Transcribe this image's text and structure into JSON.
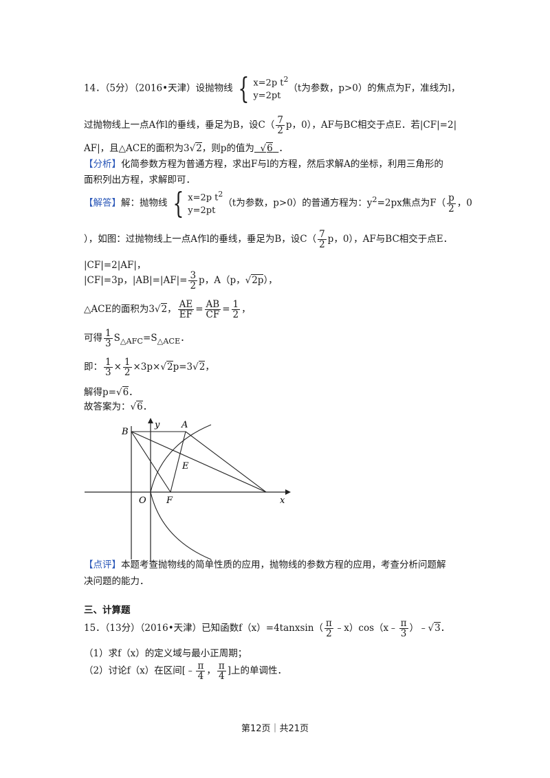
{
  "q14": {
    "header": "14．（5分）（2016•天津）设抛物线",
    "param_x": "x=2p t",
    "param_sup": "2",
    "param_y": "y=2pt",
    "header_tail": "（t为参数，p>0）的焦点为F，准线为l，",
    "line2_a": "过抛物线上一点A作l的垂线，垂足为B，设C（",
    "frac_72_num": "7",
    "frac_72_den": "2",
    "line2_b": "p，0），AF与BC相交于点E．若|CF|=2|",
    "line3_a": "AF|，且△ACE的面积为3",
    "sqrt2": "2",
    "line3_b": "，则p的值为",
    "answer": "6",
    "line3_c": "．"
  },
  "analysis": {
    "tag": "【分析】",
    "text1": "化简参数方程为普通方程，求出F与l的方程，然后求解A的坐标，利用三角形的",
    "text2": "面积列出方程，求解即可．"
  },
  "solution": {
    "tag": "【解答】",
    "s1_a": "解：抛物线",
    "s1_b": "（t为参数，p>0）的普通方程为：y",
    "s1_sup": "2",
    "s1_c": "=2px焦点为F（",
    "frac_p2_num": "p",
    "frac_p2_den": "2",
    "s1_d": "，0",
    "s2_a": "），如图：过抛物线上一点A作l的垂线，垂足为B，设C（",
    "s2_b": "p，0），AF与BC相交于点E．",
    "s3": "|CF|=2|AF|，",
    "s4_a": "|CF|=3p，|AB|=|AF|=",
    "frac_32_num": "3",
    "frac_32_den": "2",
    "s4_b": "p，A（p，",
    "s4_sqrt": "2p",
    "s4_c": "），",
    "s5_a": "△ACE的面积为3",
    "frac_ae": "AE",
    "frac_ef": "EF",
    "frac_ab": "AB",
    "frac_cf": "CF",
    "frac_1": "1",
    "frac_2": "2",
    "s5_b": "，",
    "s6_a": "可得",
    "frac_13_num": "1",
    "frac_13_den": "3",
    "s6_b": "S",
    "s6_sub1": "△AFC",
    "s6_c": "=S",
    "s6_sub2": "△ACE",
    "s6_d": "．",
    "s7_a": "即：",
    "s7_b": "×",
    "s7_c": "×3p×",
    "s7_d": "p=3",
    "s7_e": "，",
    "s8": "解得p=",
    "s8_sqrt": "6",
    "s8_end": "．",
    "s9": "故答案为：",
    "s9_end": "．"
  },
  "figure": {
    "label_B": "B",
    "label_y": "y",
    "label_A": "A",
    "label_E": "E",
    "label_O": "O",
    "label_F": "F",
    "label_x": "x"
  },
  "comment": {
    "tag": "【点评】",
    "text1": "本题考查抛物线的简单性质的应用，抛物线的参数方程的应用，考查分析问题解",
    "text2": "决问题的能力．"
  },
  "section3": {
    "title": "三、计算题"
  },
  "q15": {
    "l1_a": "15．（13分）（2016•天津）已知函数f（x）=4tanxsin（",
    "pi": "π",
    "two": "2",
    "three": "3",
    "four": "4",
    "l1_b": "﹣x）cos（x﹣",
    "l1_c": "）﹣",
    "sqrt3": "3",
    "l1_d": "．",
    "l2": "（1）求f（x）的定义域与最小正周期；",
    "l3_a": "（2）讨论f（x）在区间[﹣",
    "l3_b": "，",
    "l3_c": "]上的单调性．"
  },
  "footer": {
    "text": "第12页｜共21页"
  }
}
